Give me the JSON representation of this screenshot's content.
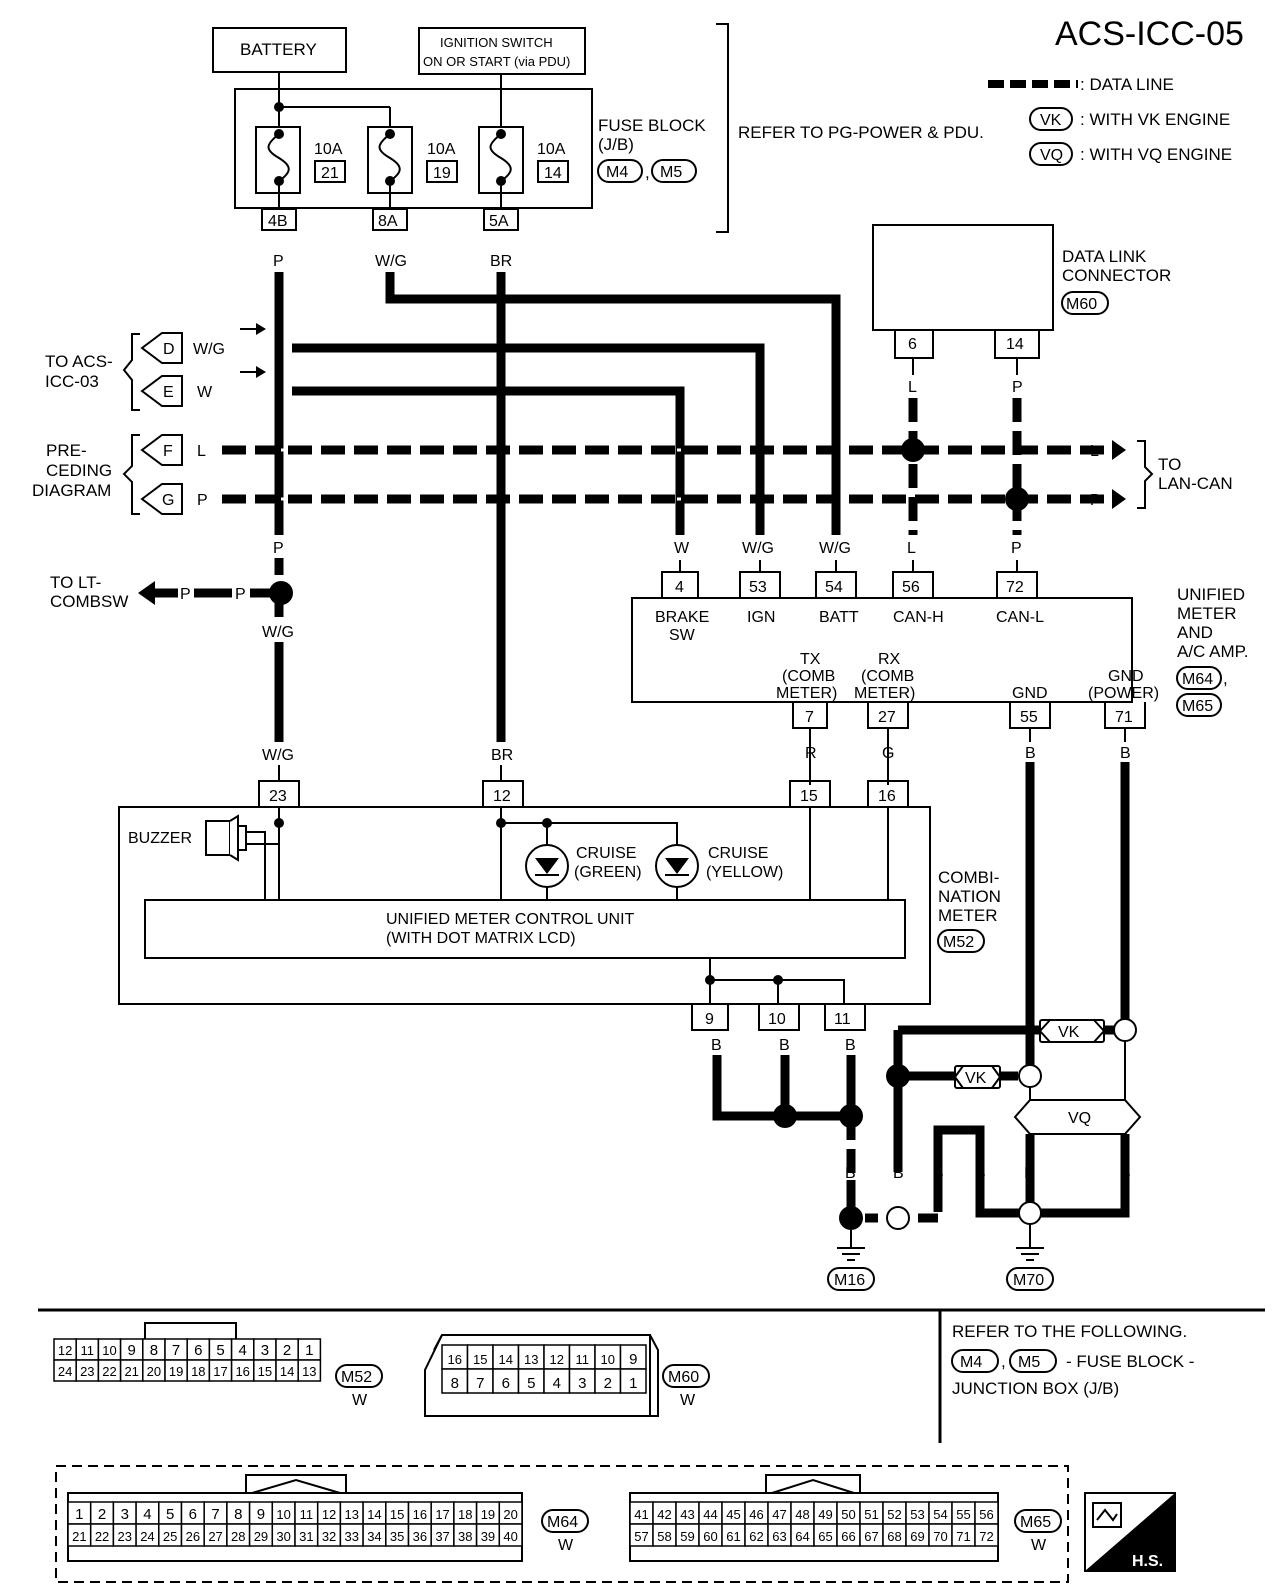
{
  "page_title": "ACS-ICC-05",
  "legend": {
    "data_line": ": DATA LINE",
    "vk_tag": "VK",
    "vk_text": ": WITH VK ENGINE",
    "vq_tag": "VQ",
    "vq_text": ": WITH VQ ENGINE"
  },
  "power": {
    "battery": "BATTERY",
    "ignition_line1": "IGNITION SWITCH",
    "ignition_line2": "ON OR START (via PDU)",
    "fuse_block_line1": "FUSE BLOCK",
    "fuse_block_line2": "(J/B)",
    "fuse_block_conn1": "M4",
    "fuse_block_conn2": "M5",
    "comma": ",",
    "refer": "REFER TO PG-POWER & PDU.",
    "fuses": [
      {
        "rating": "10A",
        "number": "21",
        "terminal": "4B",
        "wire": "P"
      },
      {
        "rating": "10A",
        "number": "19",
        "terminal": "8A",
        "wire": "W/G"
      },
      {
        "rating": "10A",
        "number": "14",
        "terminal": "5A",
        "wire": "BR"
      }
    ]
  },
  "dlc": {
    "line1": "DATA LINK",
    "line2": "CONNECTOR",
    "conn": "M60",
    "pins": [
      {
        "pin": "6",
        "wire": "L"
      },
      {
        "pin": "14",
        "wire": "P"
      }
    ]
  },
  "left_refs": {
    "acs_line1": "TO ACS-",
    "acs_line2": "ICC-03",
    "d": {
      "letter": "D",
      "wire": "W/G"
    },
    "e": {
      "letter": "E",
      "wire": "W"
    },
    "pre_line1": "PRE-",
    "pre_line2": "CEDING",
    "pre_line3": "DIAGRAM",
    "f": {
      "letter": "F",
      "wire": "L"
    },
    "g": {
      "letter": "G",
      "wire": "P"
    }
  },
  "lan_can": {
    "line1": "TO",
    "line2": "LAN-CAN",
    "wire_l": "L",
    "wire_p": "P"
  },
  "lt_combsw": {
    "line1": "TO LT-",
    "line2": "COMBSW",
    "wire_a": "P",
    "wire_b": "P",
    "wire_c": "P",
    "wire_d": "W/G"
  },
  "amp": {
    "line1": "UNIFIED",
    "line2": "METER",
    "line3": "AND",
    "line4": "A/C AMP.",
    "conn1": "M64",
    "conn2": "M65",
    "comma": ",",
    "top_pins": [
      {
        "pin": "4",
        "wire": "W",
        "label1": "BRAKE",
        "label2": "SW"
      },
      {
        "pin": "53",
        "wire": "W/G",
        "label1": "IGN",
        "label2": ""
      },
      {
        "pin": "54",
        "wire": "W/G",
        "label1": "BATT",
        "label2": ""
      },
      {
        "pin": "56",
        "wire": "L",
        "label1": "CAN-H",
        "label2": ""
      },
      {
        "pin": "72",
        "wire": "P",
        "label1": "CAN-L",
        "label2": ""
      }
    ],
    "bottom_pins": [
      {
        "pin": "7",
        "wire": "R",
        "label1": "TX",
        "label2": "(COMB",
        "label3": "METER)"
      },
      {
        "pin": "27",
        "wire": "G",
        "label1": "RX",
        "label2": "(COMB",
        "label3": "METER)"
      },
      {
        "pin": "55",
        "wire": "B",
        "label1": "",
        "label2": "",
        "label3": "GND"
      },
      {
        "pin": "71",
        "wire": "B",
        "label1": "",
        "label2": "GND",
        "label3": "(POWER)"
      }
    ]
  },
  "meter": {
    "line1": "COMBI-",
    "line2": "NATION",
    "line3": "METER",
    "conn": "M52",
    "buzzer": "BUZZER",
    "cruise_green_1": "CRUISE",
    "cruise_green_2": "(GREEN)",
    "cruise_yellow_1": "CRUISE",
    "cruise_yellow_2": "(YELLOW)",
    "unit_line1": "UNIFIED METER CONTROL UNIT",
    "unit_line2": "(WITH DOT MATRIX LCD)",
    "top_pins": [
      {
        "pin": "23",
        "wire": "W/G"
      },
      {
        "pin": "12",
        "wire": "BR"
      },
      {
        "pin": "15",
        "wire": ""
      },
      {
        "pin": "16",
        "wire": ""
      }
    ],
    "bottom_pins": [
      {
        "pin": "9",
        "wire": "B"
      },
      {
        "pin": "10",
        "wire": "B"
      },
      {
        "pin": "11",
        "wire": "B"
      }
    ]
  },
  "ground": {
    "vk1": "VK",
    "vk2": "VK",
    "vq": "VQ",
    "wires": [
      "B",
      "B",
      "B",
      "B",
      "B",
      "B"
    ],
    "g1": "M16",
    "g2": "M70"
  },
  "connectors": {
    "m52": {
      "id": "M52",
      "color": "W",
      "row1": [
        "12",
        "11",
        "10",
        "9",
        "8",
        "7",
        "6",
        "5",
        "4",
        "3",
        "2",
        "1"
      ],
      "row2": [
        "24",
        "23",
        "22",
        "21",
        "20",
        "19",
        "18",
        "17",
        "16",
        "15",
        "14",
        "13"
      ]
    },
    "m60": {
      "id": "M60",
      "color": "W",
      "row1": [
        "16",
        "15",
        "14",
        "13",
        "12",
        "11",
        "10",
        "9"
      ],
      "row2": [
        "8",
        "7",
        "6",
        "5",
        "4",
        "3",
        "2",
        "1"
      ]
    },
    "m64": {
      "id": "M64",
      "color": "W",
      "row1": [
        "1",
        "2",
        "3",
        "4",
        "5",
        "6",
        "7",
        "8",
        "9",
        "10",
        "11",
        "12",
        "13",
        "14",
        "15",
        "16",
        "17",
        "18",
        "19",
        "20"
      ],
      "row2": [
        "21",
        "22",
        "23",
        "24",
        "25",
        "26",
        "27",
        "28",
        "29",
        "30",
        "31",
        "32",
        "33",
        "34",
        "35",
        "36",
        "37",
        "38",
        "39",
        "40"
      ]
    },
    "m65": {
      "id": "M65",
      "color": "W",
      "row1": [
        "41",
        "42",
        "43",
        "44",
        "45",
        "46",
        "47",
        "48",
        "49",
        "50",
        "51",
        "52",
        "53",
        "54",
        "55",
        "56"
      ],
      "row2": [
        "57",
        "58",
        "59",
        "60",
        "61",
        "62",
        "63",
        "64",
        "65",
        "66",
        "67",
        "68",
        "69",
        "70",
        "71",
        "72"
      ]
    }
  },
  "refer_box": {
    "line1": "REFER TO THE FOLLOWING.",
    "conn1": "M4",
    "conn2": "M5",
    "comma": ",",
    "line2": "- FUSE BLOCK -",
    "line3": "JUNCTION BOX (J/B)"
  },
  "hs_badge": "H.S."
}
